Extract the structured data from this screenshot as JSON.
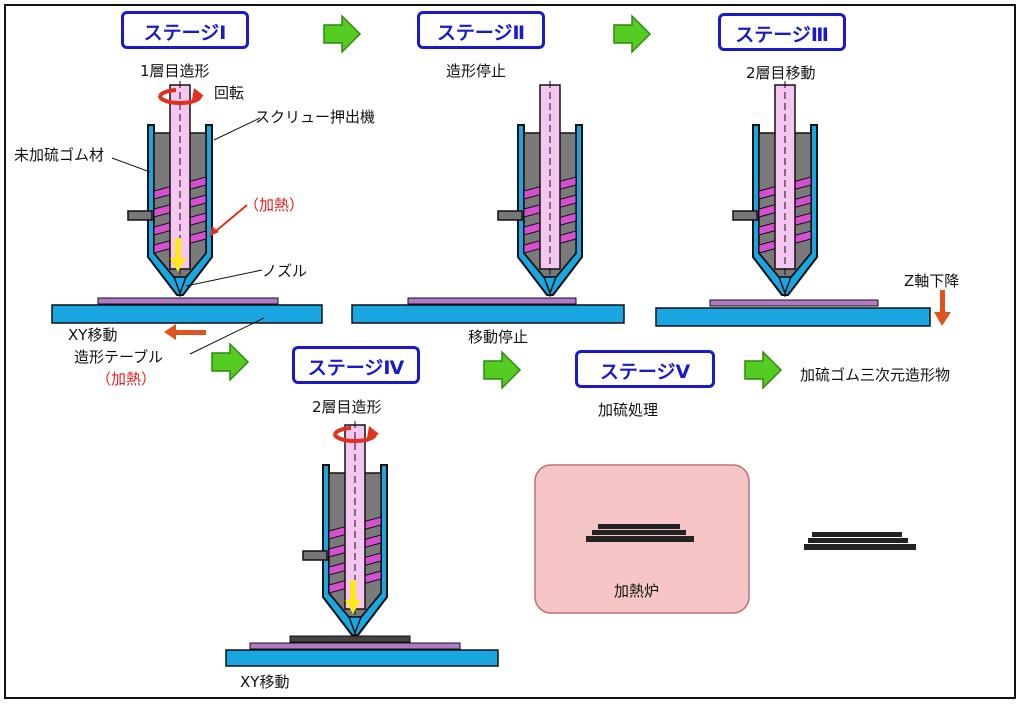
{
  "stages": {
    "s1": {
      "title": "ステージⅠ",
      "caption": "1層目造形"
    },
    "s2": {
      "title": "ステージⅡ",
      "caption": "造形停止"
    },
    "s3": {
      "title": "ステージⅢ",
      "caption": "2層目移動"
    },
    "s4": {
      "title": "ステージⅣ",
      "caption": "2層目造形"
    },
    "s5": {
      "title": "ステージⅤ",
      "caption": "加硫処理"
    }
  },
  "labels": {
    "rotation": "回転",
    "extruder": "スクリュー押出機",
    "raw_rubber": "未加硫ゴム材",
    "heating": "（加熱）",
    "nozzle": "ノズル",
    "xy_move": "XY移動",
    "table": "造形テーブル",
    "table_heating": "（加熱）",
    "stop_move": "移動停止",
    "z_down": "Z軸下降",
    "product": "加硫ゴム三次元造形物",
    "furnace": "加熱炉",
    "xy_move_4": "XY移動"
  },
  "colors": {
    "stage_border": "#1a1ac8",
    "barrel": "#1aa6e0",
    "screw_core": "#f4c6f0",
    "flight": "#d64fd0",
    "arrow_green": "#55cc22",
    "red_arrow": "#e0521e",
    "furnace_fill": "#f6c6c6"
  }
}
